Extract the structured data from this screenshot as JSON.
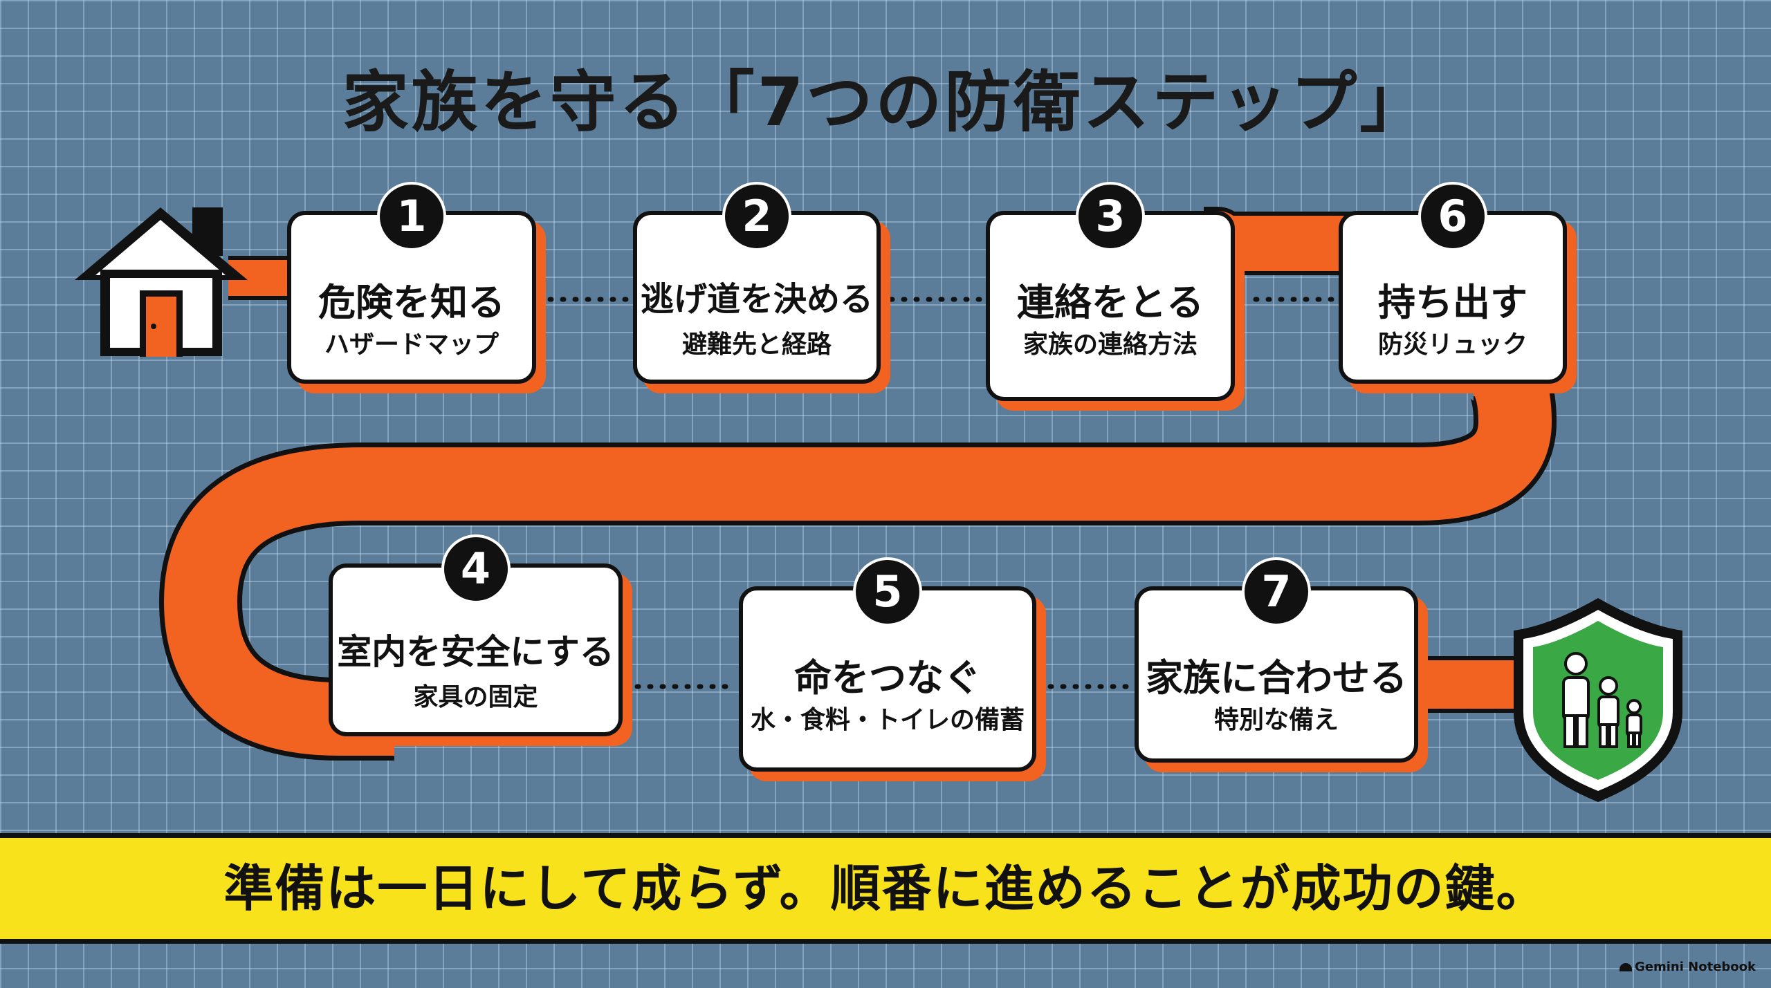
{
  "title": "家族を守る「7つの防衛ステップ」",
  "steps": [
    {
      "number": "1",
      "title": "危険を知る",
      "subtitle": "ハザードマップ"
    },
    {
      "number": "2",
      "title": "逃げ道を決める",
      "subtitle": "避難先と経路"
    },
    {
      "number": "3",
      "title": "連絡をとる",
      "subtitle": "家族の連絡方法"
    },
    {
      "number": "4",
      "title": "室内を安全にする",
      "subtitle": "家具の固定"
    },
    {
      "number": "5",
      "title": "命をつなぐ",
      "subtitle": "水・食料・トイレの備蓄"
    },
    {
      "number": "6",
      "title": "持ち出す",
      "subtitle": "防災リュック"
    },
    {
      "number": "7",
      "title": "家族に合わせる",
      "subtitle": "特別な備え"
    }
  ],
  "banner": "準備は一日にして成らず。順番に進めることが成功の鍵。",
  "watermark": "Gemini Notebook",
  "icons": {
    "start": "house-icon",
    "end": "family-shield-icon"
  },
  "colors": {
    "path": "#f26322",
    "banner": "#f7e21c",
    "shield": "#3aa845",
    "background": "#5b7d99"
  }
}
